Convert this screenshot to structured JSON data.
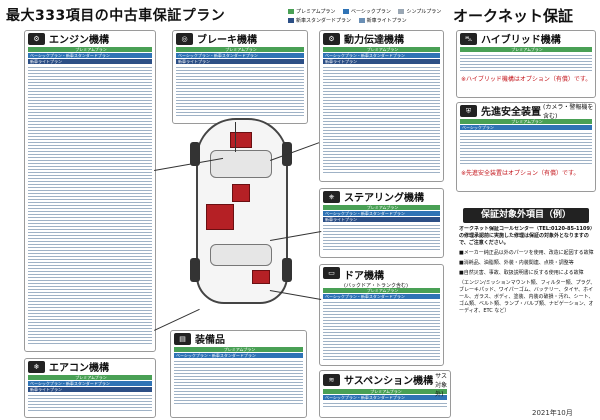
{
  "header": {
    "title": "最大333項目の中古車保証プラン",
    "brand": "オークネット保証",
    "legend": [
      {
        "label": "プレミアムプラン",
        "color": "#49a055"
      },
      {
        "label": "ベーシックプラン",
        "color": "#2f73b5"
      },
      {
        "label": "シンプルプラン",
        "color": "#9aa7b4"
      },
      {
        "label": "新車スタンダードプラン",
        "color": "#2c4f86"
      },
      {
        "label": "新車ライトプラン",
        "color": "#6a8fb5"
      }
    ]
  },
  "sections": {
    "engine": {
      "title": "エンジン機構",
      "icon": "engine-icon",
      "plan_premium": "プレミアムプラン",
      "plan_basic": "ベーシックプラン・新車スタンダードプラン",
      "plan_std": "新車ライトプラン"
    },
    "brake": {
      "title": "ブレーキ機構",
      "icon": "brake-icon",
      "plan_premium": "プレミアムプラン",
      "plan_basic": "ベーシックプラン・新車スタンダードプラン",
      "plan_std": "新車ライトプラン"
    },
    "drive": {
      "title": "動力伝達機構",
      "icon": "gear-icon",
      "plan_premium": "プレミアムプラン",
      "plan_basic": "ベーシックプラン・新車スタンダードプラン",
      "plan_std": "新車ライトプラン"
    },
    "hybrid": {
      "title": "ハイブリッド機構",
      "icon": "hybrid-car-icon",
      "plan_premium": "プレミアムプラン",
      "note": "※ハイブリッド機構はオプション（有償）です。"
    },
    "safety": {
      "title": "先進安全装置",
      "subtitle": "(カメラ・警報機を含む)",
      "icon": "safety-icon",
      "plan_premium": "プレミアムプラン",
      "plan_basic": "ベーシックプラン",
      "note": "※先進安全装置はオプション（有償）です。"
    },
    "steering": {
      "title": "ステアリング機構",
      "icon": "steering-icon",
      "plan_premium": "プレミアムプラン",
      "plan_basic": "ベーシックプラン・新車スタンダードプラン",
      "plan_std": "新車ライトプラン"
    },
    "door": {
      "title": "ドア機構",
      "subtitle": "(バックドア・トランク含む)",
      "icon": "door-icon",
      "plan_premium": "プレミアムプラン",
      "plan_basic": "ベーシックプラン・新車スタンダードプラン"
    },
    "aircon": {
      "title": "エアコン機構",
      "icon": "aircon-icon",
      "plan_premium": "プレミアムプラン",
      "plan_basic": "ベーシックプラン・新車スタンダードプラン",
      "plan_std": "新車ライトプラン"
    },
    "equipment": {
      "title": "装備品",
      "icon": "equipment-icon",
      "plan_premium": "プレミアムプラン",
      "plan_basic": "ベーシックプラン・新車スタンダードプラン"
    },
    "suspension": {
      "title": "サスペンション機構",
      "subtitle": "(エアサス対象外)",
      "icon": "suspension-icon",
      "plan_premium": "プレミアムプラン",
      "plan_basic": "ベーシックプラン・新車スタンダードプラン"
    }
  },
  "inspection": {
    "title": "保証対象外項目（例）",
    "contact": "オークネット保証コールセンター（TEL:0120-85-1109）の修理承認前に実施した修理は保証の対象外となりますので、ご注意ください。",
    "items": [
      "■メーカー純正品以外のパーツを使用、改造に起因する故障",
      "■消耗品、油脂類、外装・内装関連、点検・調整等",
      "■自然災害、事故、取扱説明書に反する使用による故障"
    ],
    "parts_list": "（エンジン/ミッションマウント類、フィルター類、プラグ、ブレーキパッド、ワイパーゴム、バッテリー、タイヤ、ホイール、ガラス、ボディ、塗装、内装の破損・汚れ、シート、ゴム類、ベルト類、ランプ・バルブ類、ナビゲーション、オーディオ、ETC など）"
  },
  "footer": {
    "date": "2021年10月"
  }
}
